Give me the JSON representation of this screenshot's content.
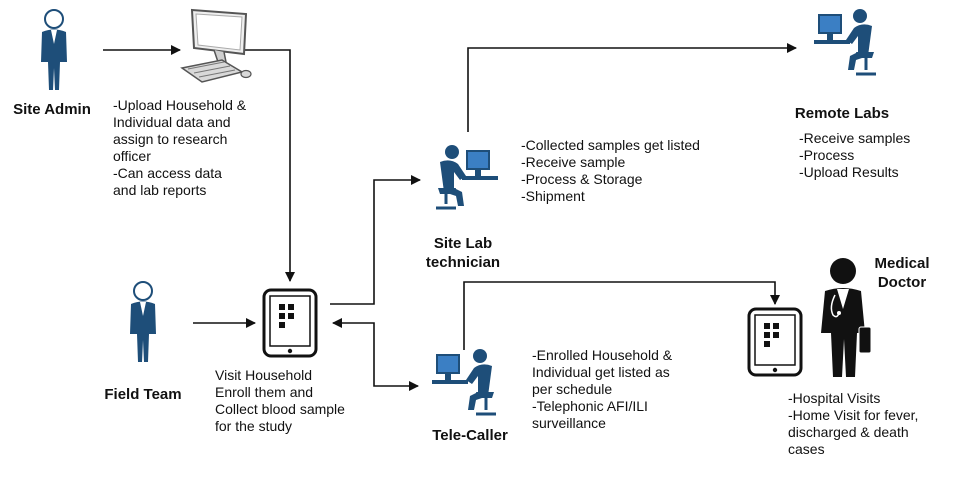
{
  "colors": {
    "person_fill": "#1e4e79",
    "person_light": "#3b7fc4",
    "arrow": "#111111",
    "doctor": "#111111"
  },
  "icons": {
    "site_admin": "person-icon",
    "computer": "desktop-computer-icon",
    "field_team": "person-icon",
    "tablet_center": "tablet-icon",
    "tablet_doctor": "tablet-icon",
    "site_lab": "lab-worker-at-computer-icon",
    "tele_caller": "caller-at-computer-icon",
    "remote_labs": "worker-at-computer-icon",
    "doctor": "doctor-icon"
  },
  "site_admin": {
    "label": "Site Admin",
    "desc": [
      "-Upload Household &",
      "Individual data and",
      "assign to research",
      "officer",
      "-Can access data",
      "and lab reports"
    ]
  },
  "field_team": {
    "label": "Field Team",
    "desc": [
      "Visit Household",
      "Enroll them and",
      "Collect blood sample",
      "for the study"
    ]
  },
  "site_lab": {
    "label_lines": [
      "Site Lab",
      "technician"
    ],
    "desc": [
      "-Collected samples get listed",
      "-Receive sample",
      "-Process & Storage",
      "-Shipment"
    ]
  },
  "remote_labs": {
    "label": "Remote Labs",
    "desc": [
      "-Receive samples",
      "-Process",
      "-Upload Results"
    ]
  },
  "tele_caller": {
    "label": "Tele-Caller",
    "desc": [
      "-Enrolled Household &",
      "Individual get listed as",
      "per schedule",
      "-Telephonic AFI/ILI",
      "surveillance"
    ]
  },
  "medical_doctor": {
    "label_lines": [
      "Medical",
      "Doctor"
    ],
    "desc": [
      "-Hospital Visits",
      "-Home Visit for fever,",
      "discharged & death",
      "cases"
    ]
  }
}
